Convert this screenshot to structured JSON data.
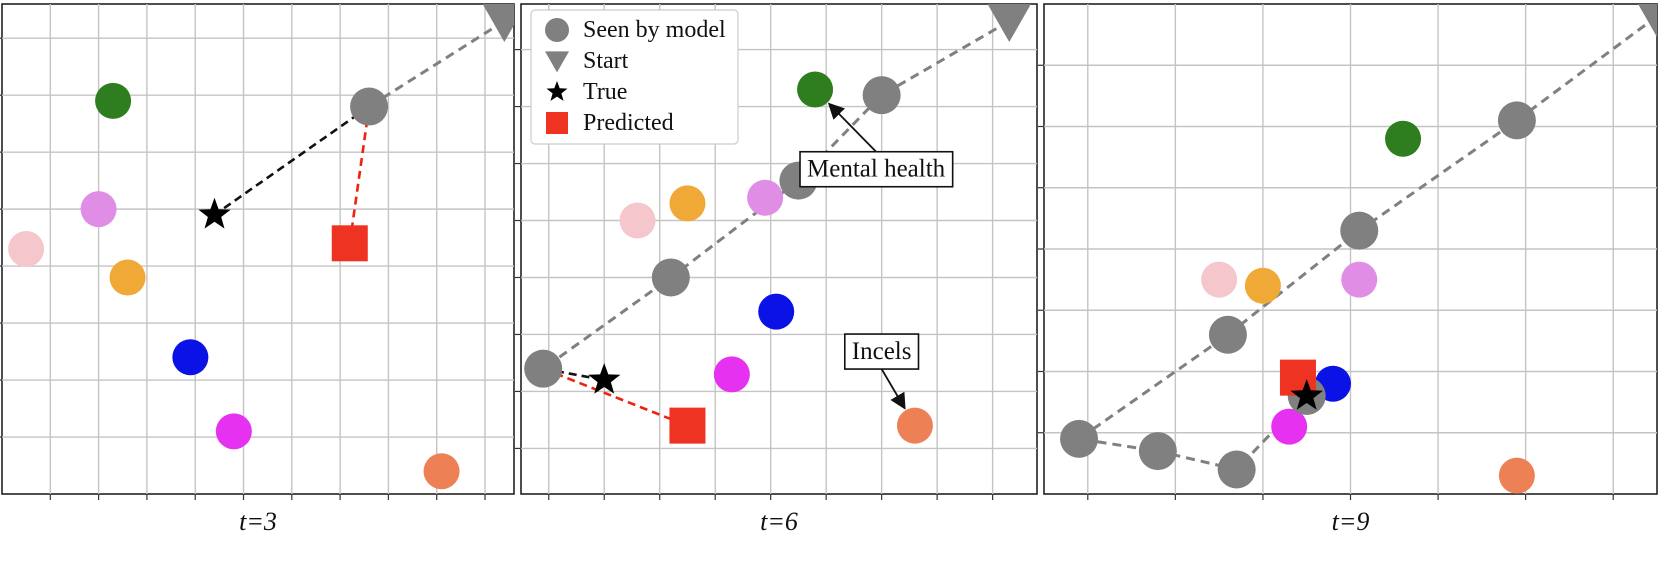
{
  "chart_data": [
    {
      "type": "scatter",
      "caption": "t=3",
      "xlim": [
        0,
        10.6
      ],
      "ylim": [
        0,
        8.6
      ],
      "grid": true,
      "path": [
        [
          10.4,
          8.3
        ],
        [
          7.6,
          6.8
        ]
      ],
      "true_point": [
        4.4,
        4.9
      ],
      "predicted_point": [
        7.2,
        4.4
      ],
      "start_point": [
        10.4,
        8.3
      ],
      "seen_points": [
        [
          7.6,
          6.8
        ]
      ],
      "topic_points": [
        {
          "x": 2.3,
          "y": 6.9,
          "color": "#2e7d1f"
        },
        {
          "x": 2.0,
          "y": 5.0,
          "color": "#e08ee5"
        },
        {
          "x": 0.5,
          "y": 4.3,
          "color": "#f6c6cd"
        },
        {
          "x": 2.6,
          "y": 3.8,
          "color": "#f0a837"
        },
        {
          "x": 3.9,
          "y": 2.4,
          "color": "#0a12e6"
        },
        {
          "x": 4.8,
          "y": 1.1,
          "color": "#e632f0"
        },
        {
          "x": 9.1,
          "y": 0.4,
          "color": "#ee8055"
        }
      ],
      "legend": null,
      "annotations": []
    },
    {
      "type": "scatter",
      "caption": "t=6",
      "xlim": [
        -0.5,
        8.8
      ],
      "ylim": [
        -0.8,
        7.8
      ],
      "grid": true,
      "path": [
        [
          8.3,
          7.5
        ],
        [
          6.0,
          6.2
        ],
        [
          4.5,
          4.7
        ],
        [
          2.2,
          3.0
        ],
        [
          -0.1,
          1.4
        ]
      ],
      "true_point": [
        1.0,
        1.2
      ],
      "predicted_point": [
        2.5,
        0.4
      ],
      "start_point": [
        8.3,
        7.5
      ],
      "seen_points": [
        [
          6.0,
          6.2
        ],
        [
          4.5,
          4.7
        ],
        [
          2.2,
          3.0
        ],
        [
          -0.1,
          1.4
        ]
      ],
      "topic_points": [
        {
          "x": 4.8,
          "y": 6.3,
          "color": "#2e7d1f"
        },
        {
          "x": 1.6,
          "y": 4.0,
          "color": "#f6c6cd"
        },
        {
          "x": 2.5,
          "y": 4.3,
          "color": "#f0a837"
        },
        {
          "x": 3.9,
          "y": 4.4,
          "color": "#e08ee5"
        },
        {
          "x": 4.1,
          "y": 2.4,
          "color": "#0a12e6"
        },
        {
          "x": 3.3,
          "y": 1.3,
          "color": "#e632f0"
        },
        {
          "x": 6.6,
          "y": 0.4,
          "color": "#ee8055"
        }
      ],
      "legend": {
        "placement": "upper-left",
        "entries": [
          {
            "label": "Seen by model",
            "marker": "circle",
            "color": "#808080"
          },
          {
            "label": "Start",
            "marker": "triangle",
            "color": "#808080"
          },
          {
            "label": "True",
            "marker": "star",
            "color": "#000000"
          },
          {
            "label": "Predicted",
            "marker": "square",
            "color": "#ee3322"
          }
        ]
      },
      "annotations": [
        {
          "text": "Mental health",
          "target": [
            4.8,
            6.3
          ],
          "anchor": [
            5.9,
            4.9
          ]
        },
        {
          "text": "Incels",
          "target": [
            6.6,
            0.4
          ],
          "anchor": [
            6.0,
            1.7
          ]
        }
      ]
    },
    {
      "type": "scatter",
      "caption": "t=9",
      "xlim": [
        -0.5,
        6.5
      ],
      "ylim": [
        0,
        8
      ],
      "grid": true,
      "path": [
        [
          6.5,
          7.8
        ],
        [
          4.9,
          6.1
        ],
        [
          3.1,
          4.3
        ],
        [
          1.6,
          2.6
        ],
        [
          -0.1,
          0.9
        ],
        [
          0.8,
          0.7
        ],
        [
          1.7,
          0.4
        ],
        [
          2.5,
          1.6
        ]
      ],
      "true_point": [
        2.5,
        1.6
      ],
      "predicted_point": [
        2.4,
        1.9
      ],
      "start_point": [
        6.5,
        7.8
      ],
      "seen_points": [
        [
          4.9,
          6.1
        ],
        [
          3.1,
          4.3
        ],
        [
          1.6,
          2.6
        ],
        [
          -0.1,
          0.9
        ],
        [
          0.8,
          0.7
        ],
        [
          1.7,
          0.4
        ],
        [
          2.5,
          1.6
        ]
      ],
      "topic_points": [
        {
          "x": 3.6,
          "y": 5.8,
          "color": "#2e7d1f"
        },
        {
          "x": 1.5,
          "y": 3.5,
          "color": "#f6c6cd"
        },
        {
          "x": 2.0,
          "y": 3.4,
          "color": "#f0a837"
        },
        {
          "x": 3.1,
          "y": 3.5,
          "color": "#e08ee5"
        },
        {
          "x": 2.8,
          "y": 1.8,
          "color": "#0a12e6"
        },
        {
          "x": 2.3,
          "y": 1.1,
          "color": "#e632f0"
        },
        {
          "x": 4.9,
          "y": 0.3,
          "color": "#ee8055"
        }
      ],
      "legend": null,
      "annotations": []
    }
  ]
}
